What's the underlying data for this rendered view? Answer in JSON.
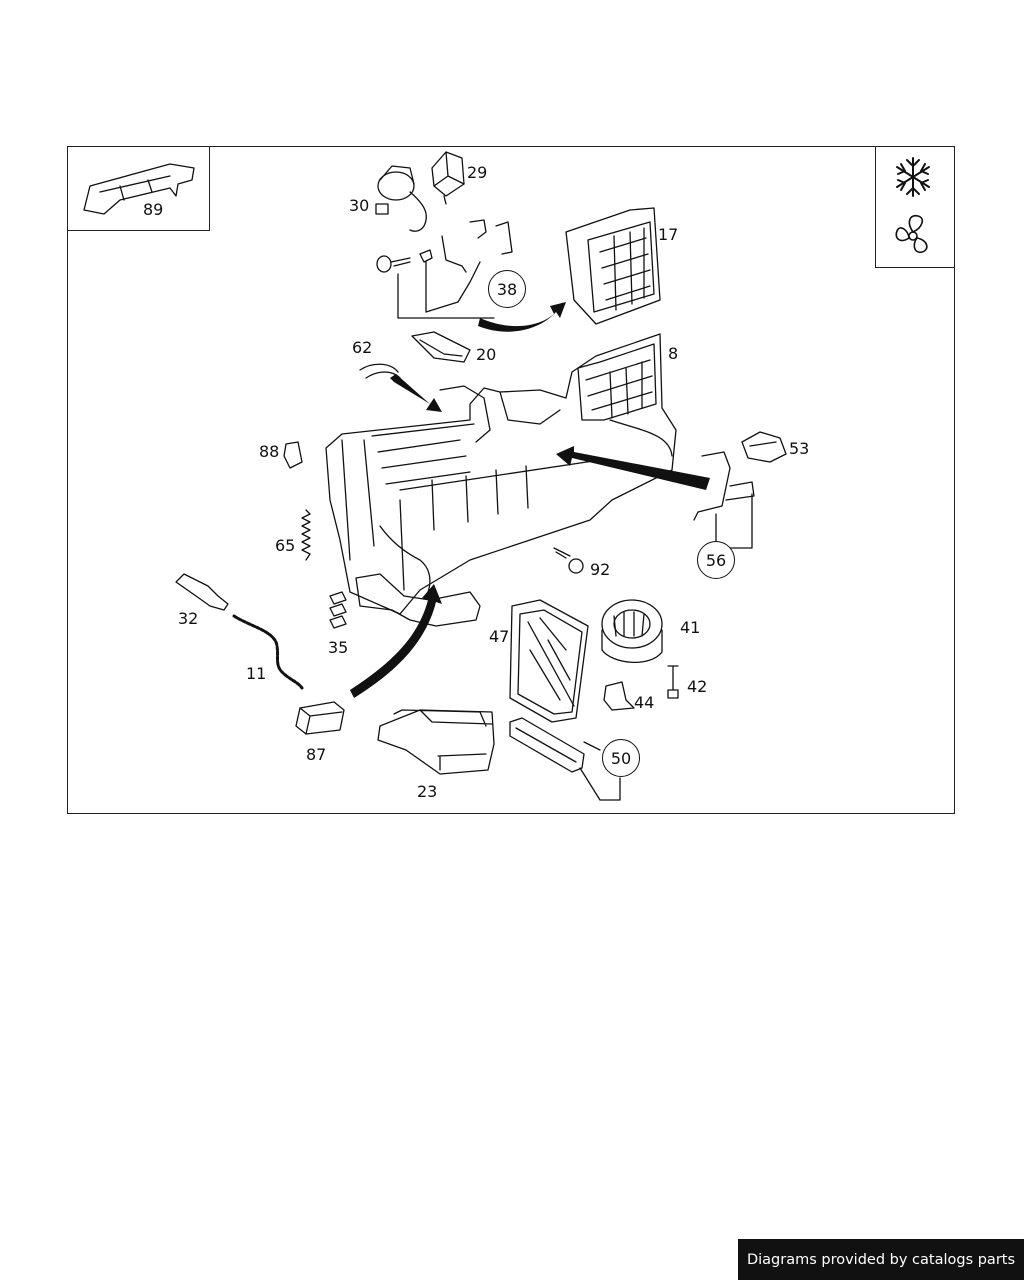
{
  "diagram": {
    "callouts": {
      "p89": "89",
      "p29": "29",
      "p30": "30",
      "p17": "17",
      "p38": "38",
      "p62": "62",
      "p20": "20",
      "p8": "8",
      "p88": "88",
      "p53": "53",
      "p65": "65",
      "p56": "56",
      "p92": "92",
      "p32": "32",
      "p35": "35",
      "p47": "47",
      "p41": "41",
      "p11": "11",
      "p42": "42",
      "p44": "44",
      "p87": "87",
      "p50": "50",
      "p23": "23"
    },
    "icons": [
      "snowflake-icon",
      "fan-icon"
    ]
  },
  "footer": {
    "text": "Diagrams provided by catalogs parts"
  }
}
